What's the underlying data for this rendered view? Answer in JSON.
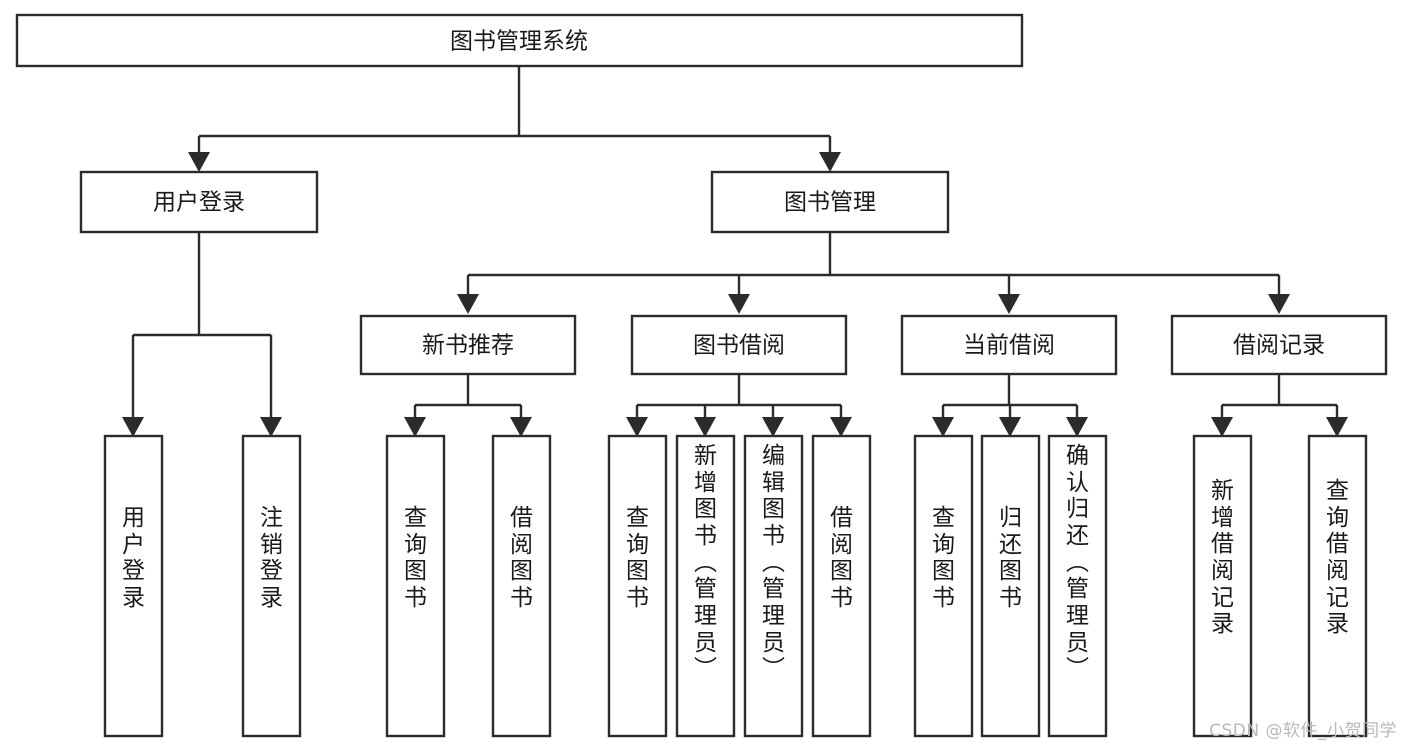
{
  "diagram": {
    "title": "图书管理系统",
    "type": "hierarchy-tree",
    "watermark": "CSDN @软件_小贺同学",
    "colors": {
      "stroke": "#2b2b2b",
      "fill": "#ffffff",
      "text": "#1a1a1a",
      "watermark": "#b9b9b9"
    },
    "levels": {
      "root": {
        "label": "图书管理系统"
      },
      "level2": [
        {
          "id": "user-login",
          "label": "用户登录"
        },
        {
          "id": "book-manage",
          "label": "图书管理"
        }
      ],
      "level3": [
        {
          "id": "new-book-recommend",
          "label": "新书推荐"
        },
        {
          "id": "book-borrow",
          "label": "图书借阅"
        },
        {
          "id": "current-borrow",
          "label": "当前借阅"
        },
        {
          "id": "borrow-record",
          "label": "借阅记录"
        }
      ],
      "leaves": {
        "user-login": [
          {
            "id": "leaf-user-login",
            "label": "用户登录"
          },
          {
            "id": "leaf-logout",
            "label": "注销登录"
          }
        ],
        "new-book-recommend": [
          {
            "id": "leaf-query-book-1",
            "label": "查询图书"
          },
          {
            "id": "leaf-borrow-book-1",
            "label": "借阅图书"
          }
        ],
        "book-borrow": [
          {
            "id": "leaf-query-book-2",
            "label": "查询图书"
          },
          {
            "id": "leaf-add-book",
            "label": "新增图书（管理员）"
          },
          {
            "id": "leaf-edit-book",
            "label": "编辑图书（管理员）"
          },
          {
            "id": "leaf-borrow-book-2",
            "label": "借阅图书"
          }
        ],
        "current-borrow": [
          {
            "id": "leaf-query-book-3",
            "label": "查询图书"
          },
          {
            "id": "leaf-return-book",
            "label": "归还图书"
          },
          {
            "id": "leaf-confirm-return",
            "label": "确认归还（管理员）"
          }
        ],
        "borrow-record": [
          {
            "id": "leaf-add-record",
            "label": "新增借阅记录"
          },
          {
            "id": "leaf-query-record",
            "label": "查询借阅记录"
          }
        ]
      }
    }
  }
}
